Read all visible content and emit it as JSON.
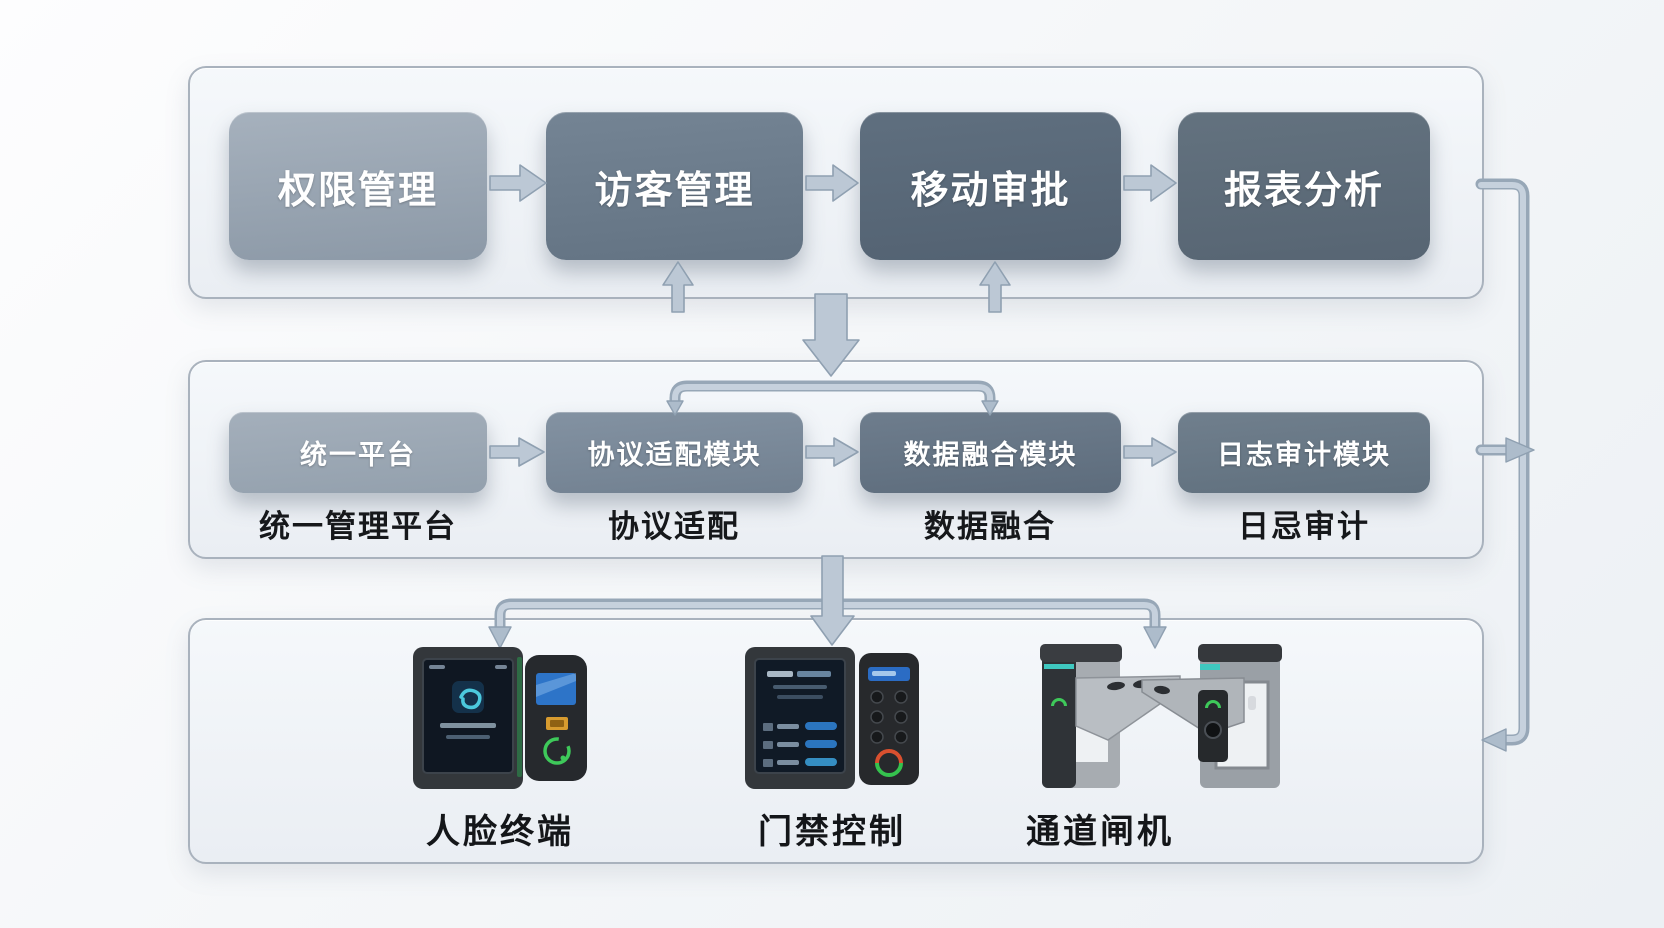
{
  "diagram": {
    "top_panel": {
      "boxes": [
        {
          "label": "权限管理"
        },
        {
          "label": "访客管理"
        },
        {
          "label": "移动审批"
        },
        {
          "label": "报表分析"
        }
      ]
    },
    "middle_panel": {
      "boxes": [
        {
          "label": "统一平台",
          "caption": "统一管理平台"
        },
        {
          "label": "协议适配模块",
          "caption": "协议适配"
        },
        {
          "label": "数据融合模块",
          "caption": "数据融合"
        },
        {
          "label": "日志审计模块",
          "caption": "日忌审计"
        }
      ]
    },
    "bottom_panel": {
      "devices": [
        {
          "label": "人脸终端",
          "kind": "face-terminal"
        },
        {
          "label": "门禁控制",
          "kind": "access-controller"
        },
        {
          "label": "通道闸机",
          "kind": "turnstile-gate"
        }
      ]
    },
    "colors": {
      "background": "#f5f7f9",
      "panel_fill": "#eef2f6",
      "panel_border": "#a9b2bd",
      "box_light": "#9aa5b2",
      "box_medium": "#7a8999",
      "box_dark": "#5a6a79",
      "arrow": "#bcc8d5",
      "arrow_edge": "#8fa0b1",
      "caption_text": "#16181b",
      "box_text": "#ffffff",
      "indicator_green": "#3ec95a",
      "indicator_amber": "#d79b2f",
      "indicator_red": "#d9502f",
      "screen_blue": "#2f6fc0",
      "logo_teal": "#49c2d8"
    }
  }
}
